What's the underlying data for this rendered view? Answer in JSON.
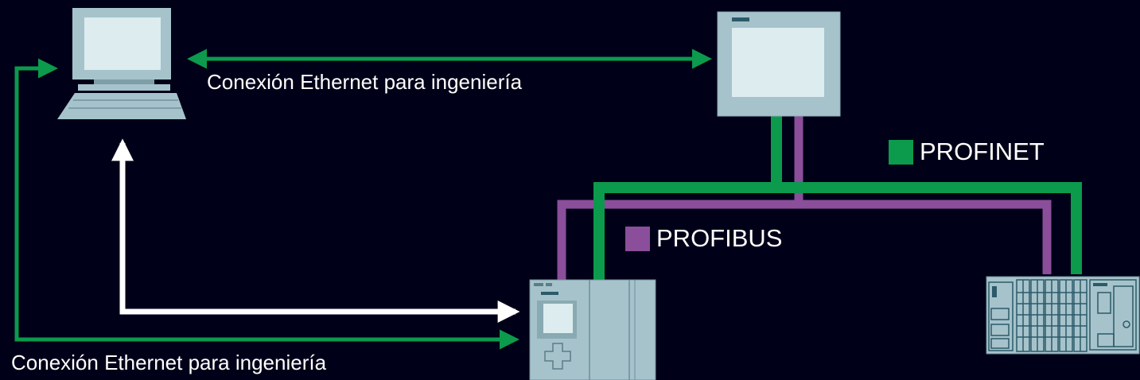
{
  "labels": {
    "ethernet_top": "Conexión Ethernet para ingeniería",
    "ethernet_bottom": "Conexión Ethernet para ingeniería"
  },
  "legend": {
    "profinet": "PROFINET",
    "profibus": "PROFIBUS"
  },
  "colors": {
    "background": "#000018",
    "profinet_green": "#0c9a4c",
    "profibus_purple": "#8a4e9a",
    "ethernet_white": "#ffffff",
    "device_body": "#a6c3cb",
    "device_screen": "#dcecef"
  },
  "devices": [
    "pc-icon",
    "hmi-panel-icon",
    "plc-cpu-icon",
    "distributed-io-icon"
  ]
}
